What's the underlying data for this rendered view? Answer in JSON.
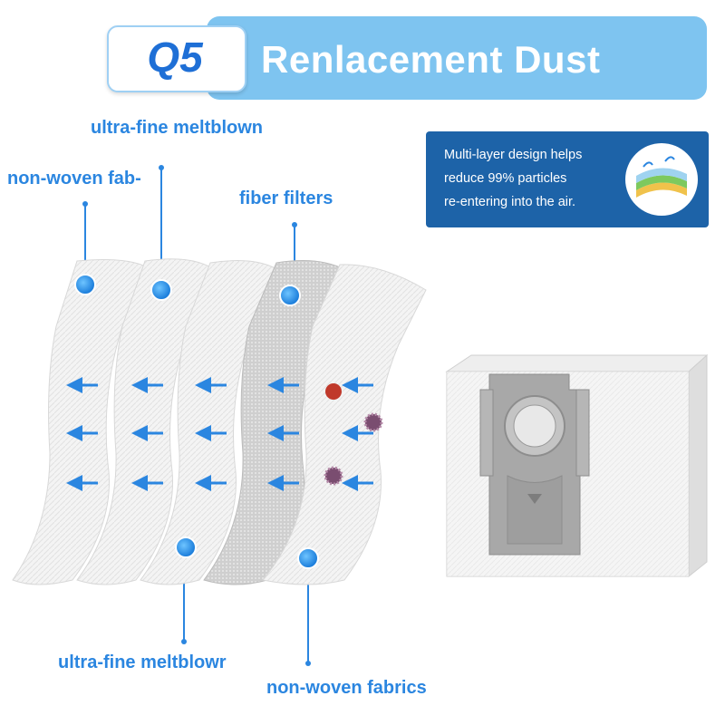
{
  "header": {
    "model": "Q5",
    "title": "Renlacement Dust Bag"
  },
  "labels": {
    "top_center": "ultra-fine meltblown",
    "top_left": "non-woven fab-",
    "top_right": "fiber filters",
    "bottom_left": "ultra-fine meltblowr",
    "bottom_right": "non-woven fabrics"
  },
  "info": {
    "line1": "Multi-layer design helps",
    "line2": "reduce 99%  particles",
    "line3": "re-entering into the air."
  },
  "colors": {
    "accent_blue": "#2b86e0",
    "title_bar": "#7ec4f0",
    "info_card": "#1d63a8",
    "dot_blue": "#1e8be8"
  }
}
